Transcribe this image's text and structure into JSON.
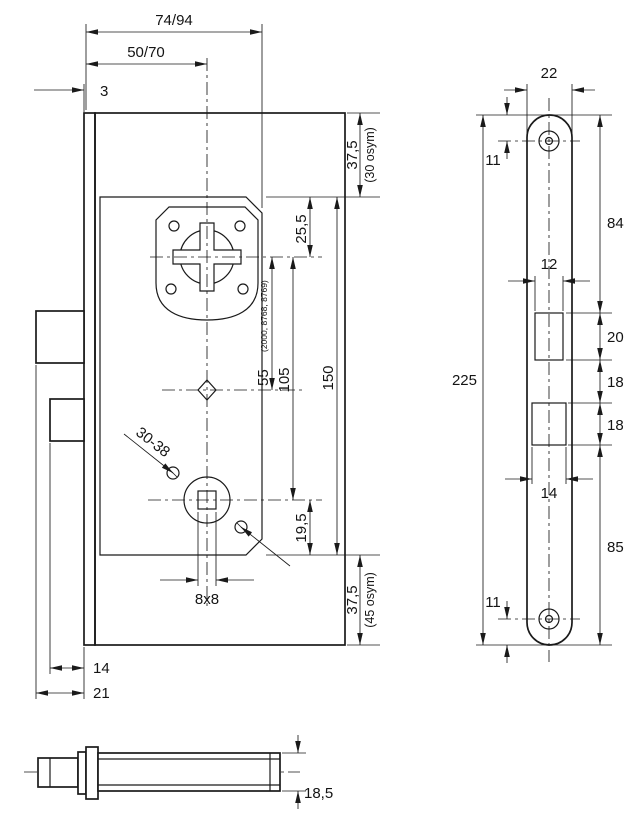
{
  "colors": {
    "line": "#1a1a1a",
    "background": "#ffffff"
  },
  "left_view": {
    "overall_depth": "74/94",
    "backset": "50/70",
    "faceplate_thickness": "3",
    "top_offset": "37,5",
    "top_offset_note": "(30 osym)",
    "case_top_to_cylinder": "25,5",
    "cylinder_cc": "55",
    "cylinder_cc_note": "(2000, 8768, 8769)",
    "cylinder_to_follower": "105",
    "case_height": "150",
    "follower_to_case_bottom": "19,5",
    "bottom_offset": "37,5",
    "bottom_offset_note": "(45 osym)",
    "stud_distance": "30-38",
    "follower_square": "8x8",
    "deadbolt_throw": "14",
    "latch_throw": "21"
  },
  "right_view": {
    "faceplate_width": "22",
    "top_screw_offset": "11",
    "top_to_latch_cutout": "84",
    "latch_cutout_width": "12",
    "latch_cutout_height": "20",
    "cutout_gap": "18",
    "bolt_cutout_height": "18",
    "bolt_cutout_width": "14",
    "bolt_cutout_to_bottom": "85",
    "bottom_screw_offset": "11",
    "faceplate_height": "225"
  },
  "section_view": {
    "case_thickness": "18,5"
  }
}
